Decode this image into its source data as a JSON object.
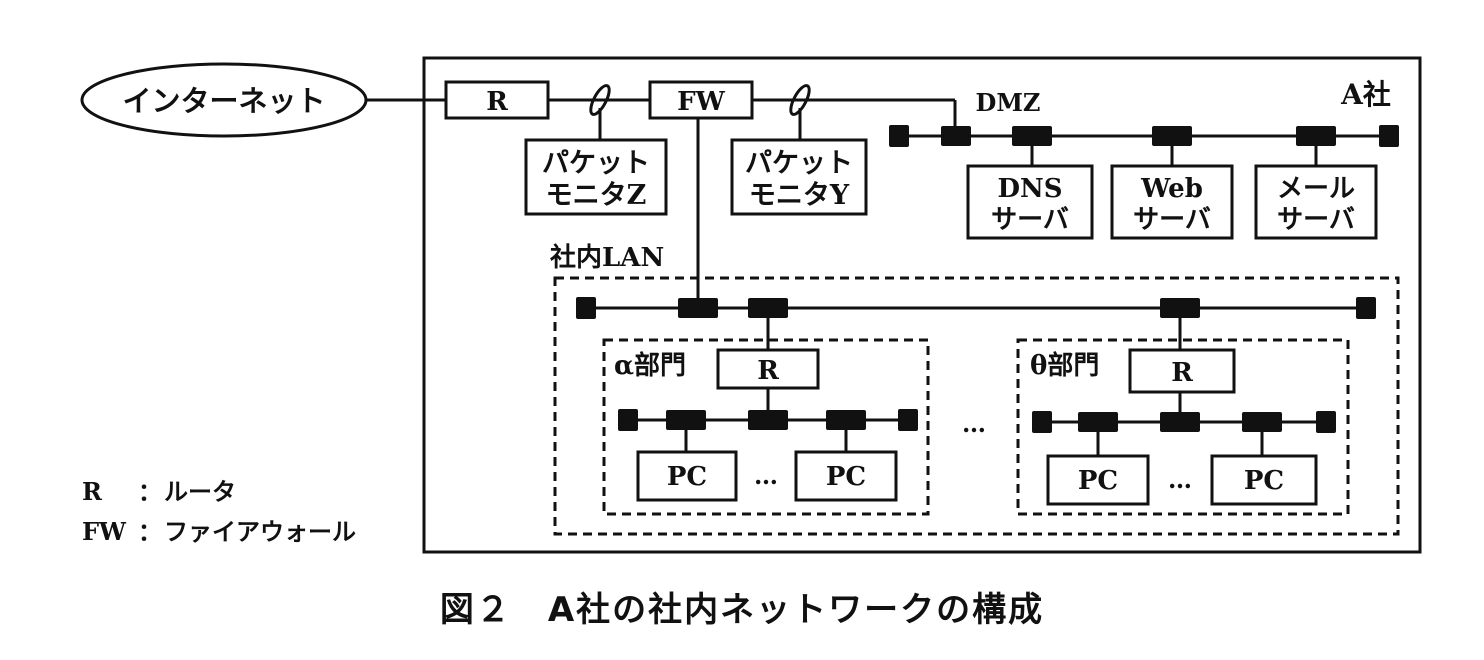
{
  "internet": "インターネット",
  "company": "A社",
  "router": "R",
  "firewall": "FW",
  "monitor_z": [
    "パケット",
    "モニタZ"
  ],
  "monitor_y": [
    "パケット",
    "モニタY"
  ],
  "dmz": "DMZ",
  "dns_server": [
    "DNS",
    "サーバ"
  ],
  "web_server": [
    "Web",
    "サーバ"
  ],
  "mail_server": [
    "メール",
    "サーバ"
  ],
  "lan": "社内LAN",
  "dept_alpha": {
    "label": "α部門",
    "router": "R",
    "pc1": "PC",
    "pc2": "PC",
    "ellipsis": "…"
  },
  "dept_theta": {
    "label": "θ部門",
    "router": "R",
    "pc1": "PC",
    "pc2": "PC",
    "ellipsis": "…"
  },
  "lan_ellipsis": "…",
  "legend": [
    {
      "key": "R",
      "sep": "：",
      "desc": "ルータ"
    },
    {
      "key": "FW",
      "sep": "：",
      "desc": "ファイアウォール"
    }
  ],
  "caption": "図２　A社の社内ネットワークの構成",
  "colors": {
    "line": "#111111",
    "background": "#ffffff"
  }
}
